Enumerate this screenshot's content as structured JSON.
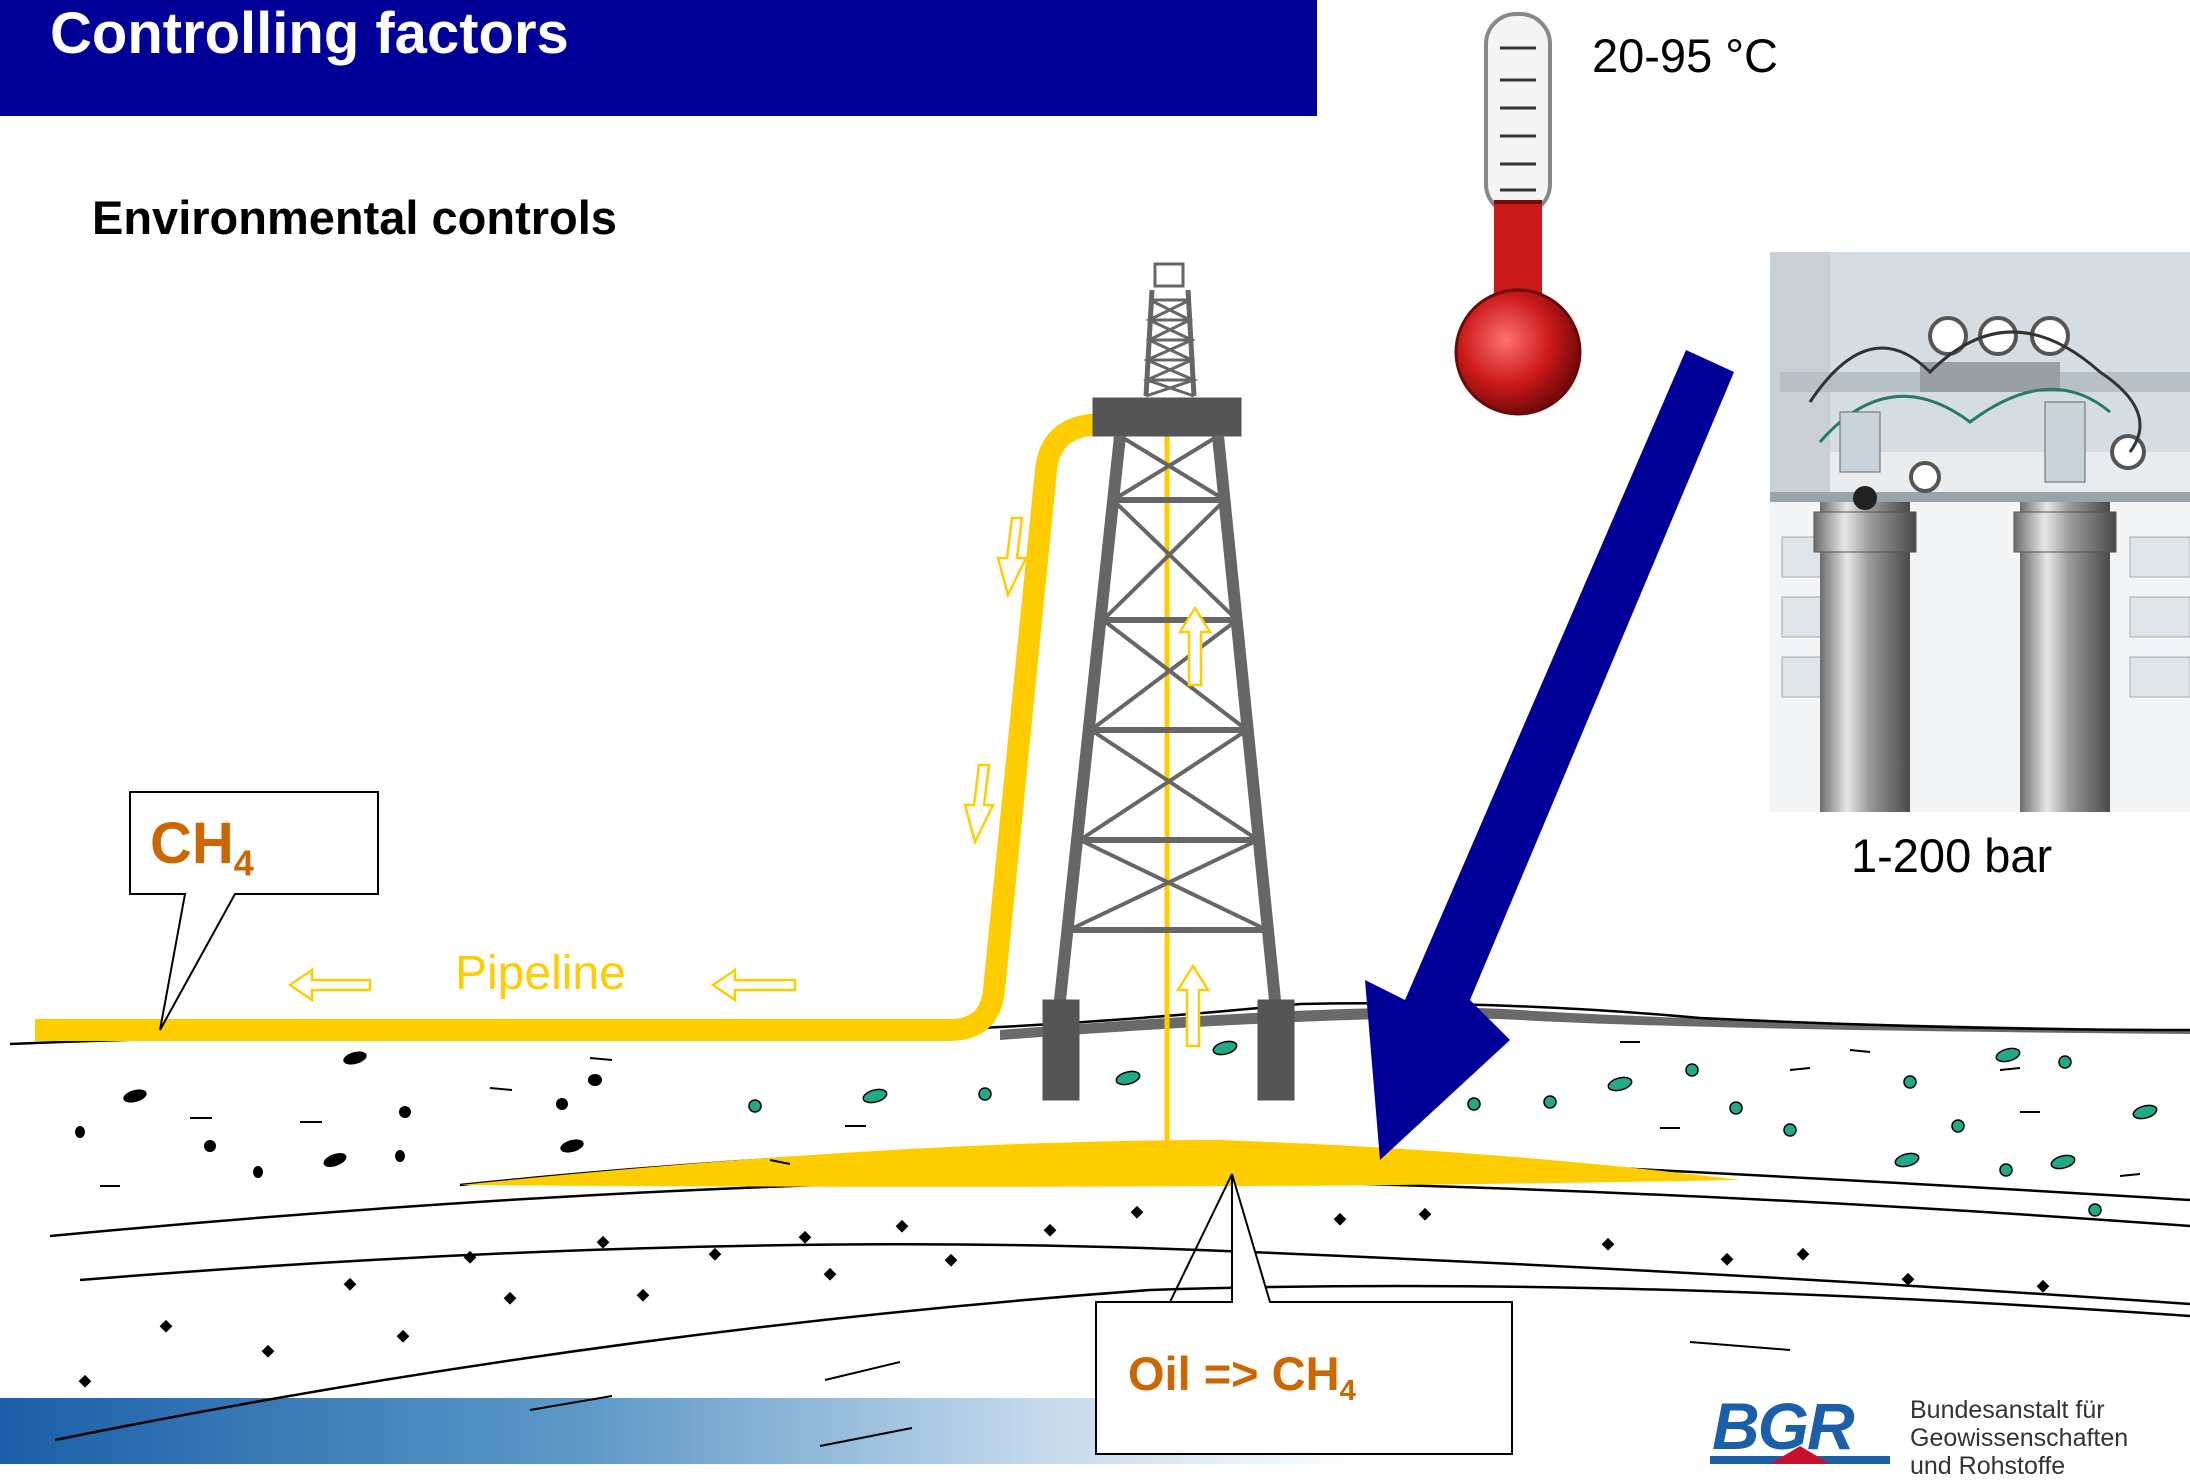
{
  "slide": {
    "title": "Controlling factors",
    "subtitle": "Environmental controls",
    "temperature_label": "20-95 °C",
    "pressure_label": "1-200 bar",
    "pipeline_label": "Pipeline",
    "callout_top": {
      "main": "CH",
      "sub": "4"
    },
    "callout_bottom": {
      "main": "Oil => CH",
      "sub": "4"
    },
    "logo": {
      "text": "BGR",
      "lines": [
        "Bundesanstalt für",
        "Geowissenschaften",
        "und Rohstoffe"
      ]
    }
  },
  "colors": {
    "title_bar": "#000099",
    "pipeline": "#ffcc00",
    "callout_text": "#cc6600",
    "arrow": "#000099",
    "thermometer_fluid": "#cc1a1a"
  },
  "icons": [
    "thermometer-icon",
    "drilling-rig-icon",
    "pressure-arrow-icon"
  ]
}
